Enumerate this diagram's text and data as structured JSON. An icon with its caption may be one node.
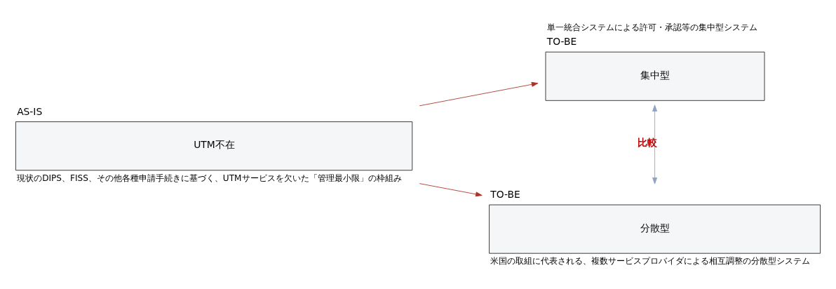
{
  "diagram": {
    "nodes": [
      {
        "text": [
          "AS-IS",
          "UTM不在"
        ],
        "beside": [
          "現状のDIPS、FISS、その他各種申請手続きに基づく、UTMサービスを欠いた「管理最小限」の枠組み"
        ]
      },
      {
        "text": [
          "TO-BE",
          "集中型"
        ],
        "beside": [
          "単一統合システムによる許可・承認等の集中型システム"
        ]
      },
      {
        "text": [
          "TO-BE",
          "分散型"
        ],
        "beside": [
          "米国の取組に代表される、複数サービスプロバイダによる相互調整の分散型システム"
        ]
      }
    ],
    "edges": [
      {
        "from": 0,
        "to": 1,
        "arrow": "to",
        "color": "#a93226"
      },
      {
        "from": 0,
        "to": 2,
        "arrow": "to",
        "color": "#a93226"
      },
      {
        "from": 1,
        "to": 2,
        "arrow": "both",
        "label": "比較",
        "color": "#8fa3c0"
      }
    ]
  }
}
